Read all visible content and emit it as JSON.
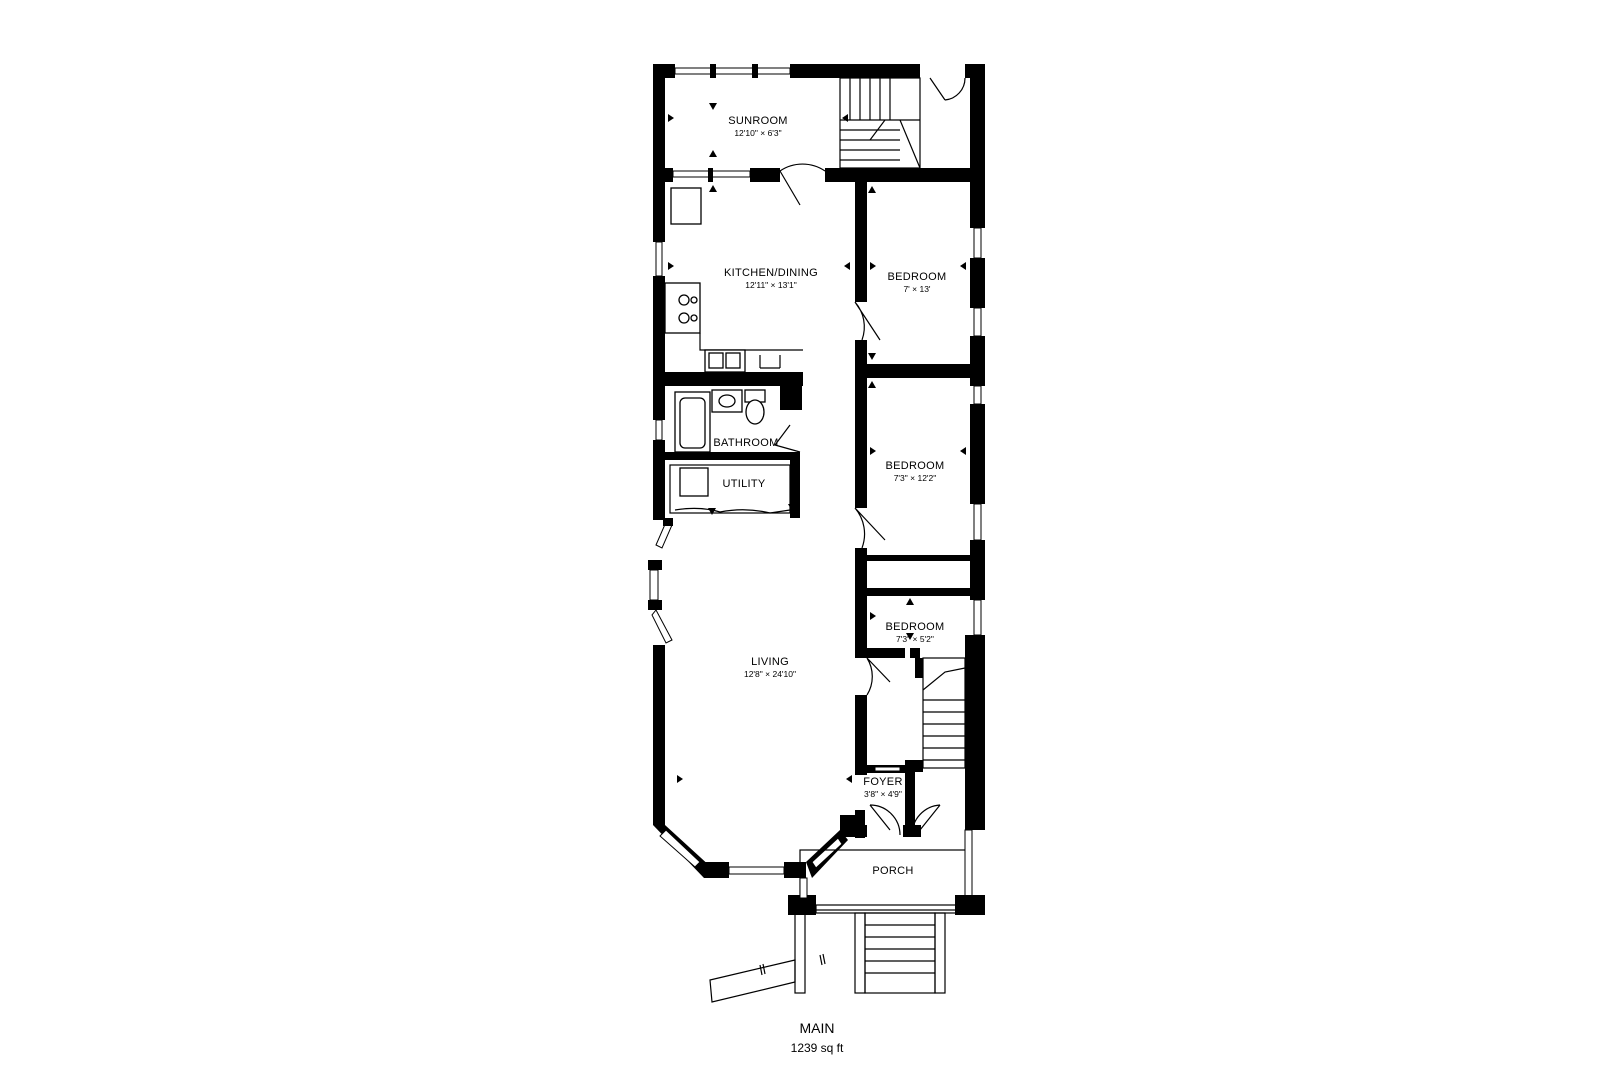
{
  "floor": {
    "name": "MAIN",
    "area": "1239 sq ft"
  },
  "rooms": {
    "sunroom": {
      "name": "SUNROOM",
      "dims": "12'10\" × 6'3\""
    },
    "kitchen": {
      "name": "KITCHEN/DINING",
      "dims": "12'11\" × 13'1\""
    },
    "bedroom1": {
      "name": "BEDROOM",
      "dims": "7' × 13'"
    },
    "bathroom": {
      "name": "BATHROOM"
    },
    "utility": {
      "name": "UTILITY"
    },
    "bedroom2": {
      "name": "BEDROOM",
      "dims": "7'3\" × 12'2\""
    },
    "bedroom3": {
      "name": "BEDROOM",
      "dims": "7'3\" × 5'2\""
    },
    "living": {
      "name": "LIVING",
      "dims": "12'8\" × 24'10\""
    },
    "foyer": {
      "name": "FOYER",
      "dims": "3'8\" × 4'9\""
    },
    "porch": {
      "name": "PORCH"
    }
  }
}
